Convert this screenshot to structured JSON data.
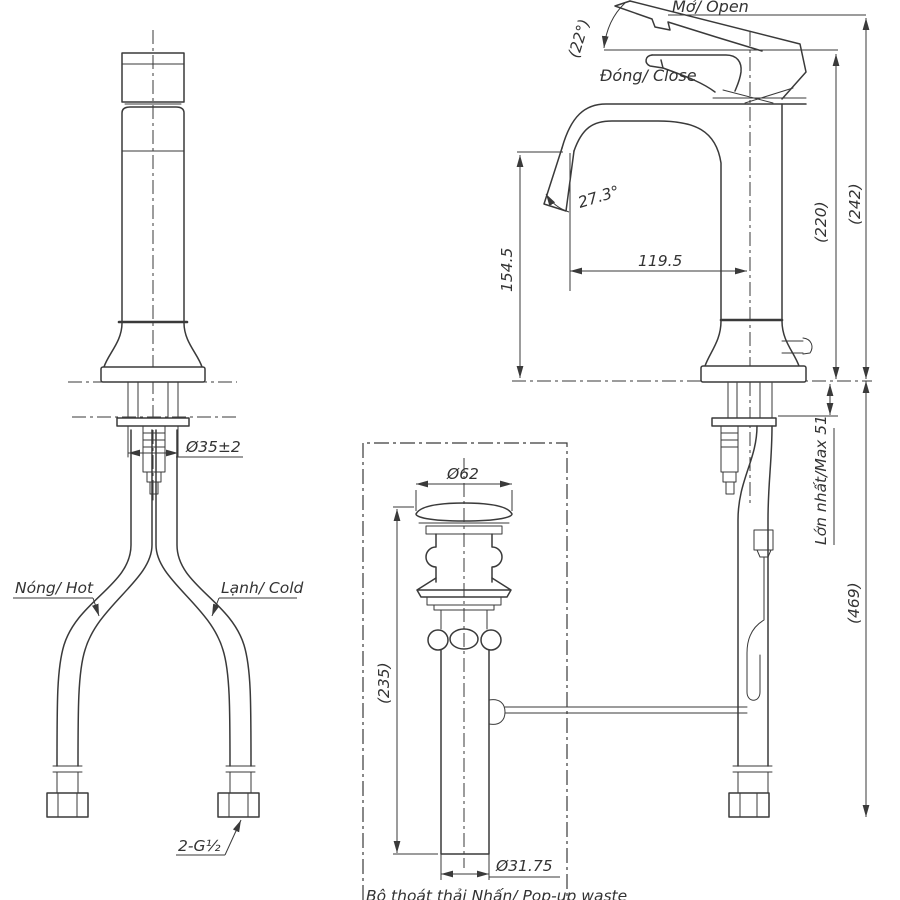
{
  "drawing": {
    "background": "#ffffff",
    "line_color": "#3a3a3a",
    "text_color": "#333333",
    "type": "faucet technical dimension drawing"
  },
  "labels": {
    "open_angle": "(22°)",
    "open": "Mở/ Open",
    "close": "Đóng/ Close",
    "spout_angle": "27.3°",
    "spout_height": "154.5",
    "spout_reach": "119.5",
    "height_closed": "(220)",
    "height_open": "(242)",
    "deck_max": "Lớn nhất/Max 51",
    "total_height": "(469)",
    "hole_dia": "Ø35±2",
    "hot": "Nóng/ Hot",
    "cold": "Lạnh/ Cold",
    "thread": "2-G½",
    "drain_cap_dia": "Ø62",
    "drain_length": "(235)",
    "drain_pipe_dia": "Ø31.75",
    "drain_name": "Bộ thoát thải Nhấn/ Pop-up waste"
  }
}
